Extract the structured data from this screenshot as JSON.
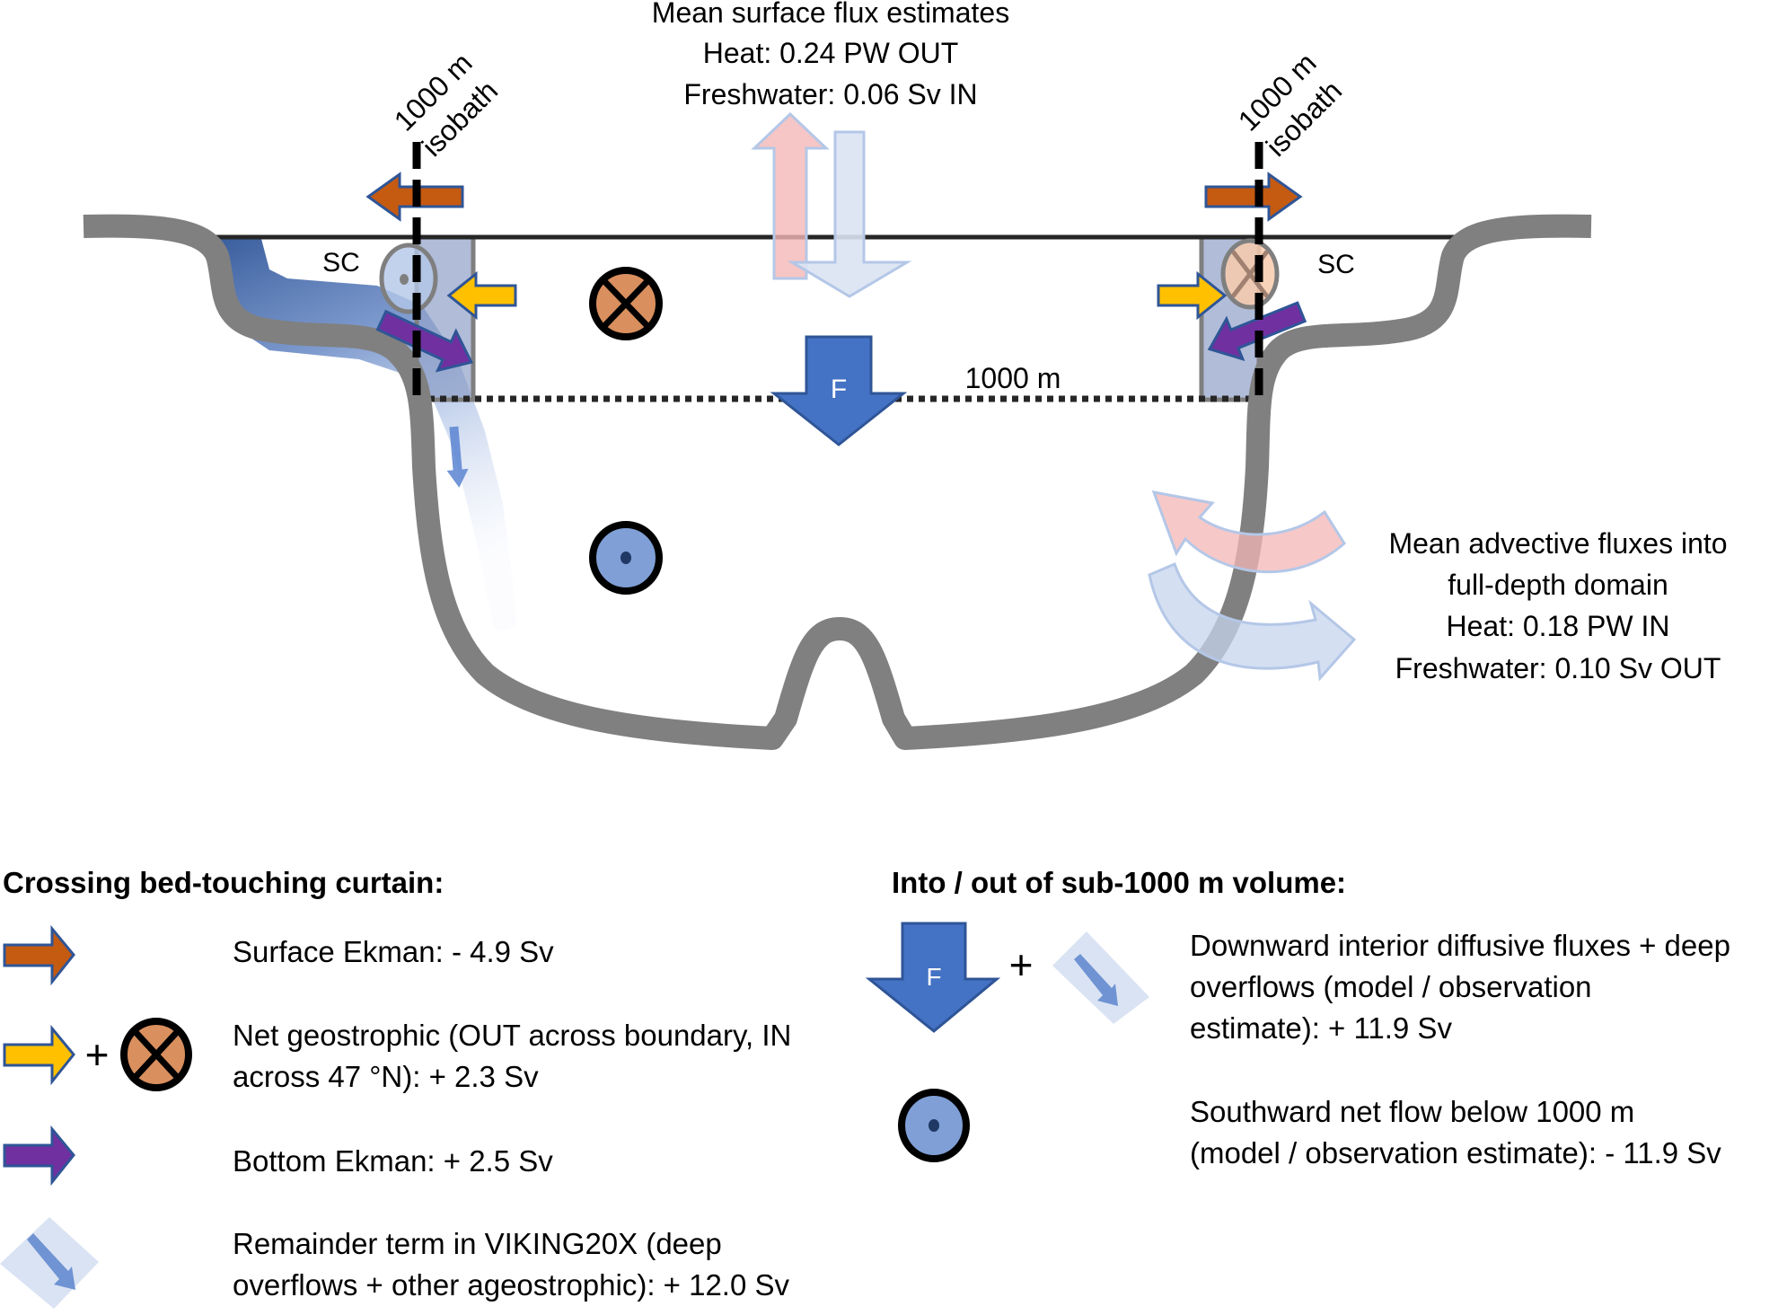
{
  "surface_flux": {
    "title": "Mean surface flux estimates",
    "heat": "Heat: 0.24 PW OUT",
    "freshwater": "Freshwater: 0.06 Sv IN"
  },
  "isobath_left": {
    "line1": "1000 m",
    "line2": "isobath"
  },
  "isobath_right": {
    "line1": "1000 m",
    "line2": "isobath"
  },
  "sc_left": "SC",
  "sc_right": "SC",
  "depth_label": "1000 m",
  "f_label": "F",
  "advective_flux": {
    "line1": "Mean advective fluxes into",
    "line2": "full-depth domain",
    "heat": "Heat: 0.18 PW IN",
    "freshwater": "Freshwater: 0.10 Sv OUT"
  },
  "legend_left": {
    "title": "Crossing bed-touching curtain:",
    "items": [
      {
        "icon": "surface-ekman-arrow",
        "line1": "Surface Ekman: - 4.9 Sv",
        "line2": ""
      },
      {
        "icon": "geostrophic-arrow-plus-into-page",
        "line1": "Net geostrophic (OUT across boundary, IN",
        "line2": "across 47 °N): + 2.3 Sv"
      },
      {
        "icon": "bottom-ekman-arrow",
        "line1": "Bottom Ekman: + 2.5 Sv",
        "line2": ""
      },
      {
        "icon": "remainder-arrow",
        "line1": "Remainder term in VIKING20X (deep",
        "line2": "overflows + other ageostrophic): + 12.0 Sv"
      }
    ]
  },
  "legend_right": {
    "title": "Into / out of sub-1000 m volume:",
    "plus": "+",
    "items": [
      {
        "icon": "downward-flux-arrow-plus-remainder",
        "line1": "Downward interior diffusive fluxes + deep",
        "line2": "overflows (model / observation",
        "line3": "estimate): + 11.9 Sv"
      },
      {
        "icon": "out-of-page-circle",
        "line1": "Southward net flow below 1000 m",
        "line2": "(model / observation estimate): - 11.9 Sv"
      }
    ]
  },
  "legend_plus": "+",
  "colors": {
    "seafloor": "#808080",
    "surface_ekman": "#C55A11",
    "geostrophic": "#FFC000",
    "bottom_ekman": "#7030A0",
    "arrow_outline": "#2F5597",
    "flux_blue": "#4472C4",
    "light_blue": "#B4C7E7",
    "heat_red": "#F4B6B6",
    "into_page": "#D98F5E",
    "out_of_page": "#7F9FD6",
    "curtain": "#8FA0C8"
  }
}
